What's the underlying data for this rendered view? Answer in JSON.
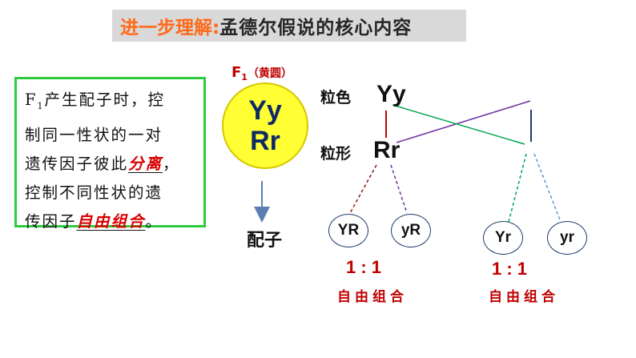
{
  "title": {
    "prefix": "进一步理解:",
    "main": "孟德尔假说的核心内容"
  },
  "textbox": {
    "f": "F",
    "sub": "1",
    "l1": "产生配子时，控",
    "l2": "制同一性状的一对",
    "l3a": "遗传因子彼此",
    "fill1": "分离",
    "l3b": "，",
    "l4": "控制不同性状的遗",
    "l5a": "传因子",
    "fill2": "自由组合",
    "l5b": "。"
  },
  "f1": {
    "f": "F",
    "sub": "1",
    "paren": "（黄圆）"
  },
  "circle": {
    "line1": "Yy",
    "line2": "Rr"
  },
  "gametes_label": "配子",
  "traits": {
    "color": "粒色",
    "shape": "粒形"
  },
  "genes": {
    "color": "Yy",
    "shape": "Rr"
  },
  "gametes": [
    "YR",
    "yR",
    "Yr",
    "yr"
  ],
  "ratios": [
    "1 : 1",
    "1 : 1"
  ],
  "combination": [
    "自由组合",
    "自由组合"
  ],
  "colors": {
    "title_accent": "#ff6a1a",
    "border_green": "#2ecc40",
    "red": "#c00000",
    "yellow": "#ffff33",
    "line_purple": "#7030a0",
    "line_green": "#00a651",
    "line_navy": "#1f3a6a",
    "line_dark_red": "#8b1a1a",
    "line_blue_dash": "#5b9bd5",
    "arrow_blue": "#5b7fb5"
  }
}
